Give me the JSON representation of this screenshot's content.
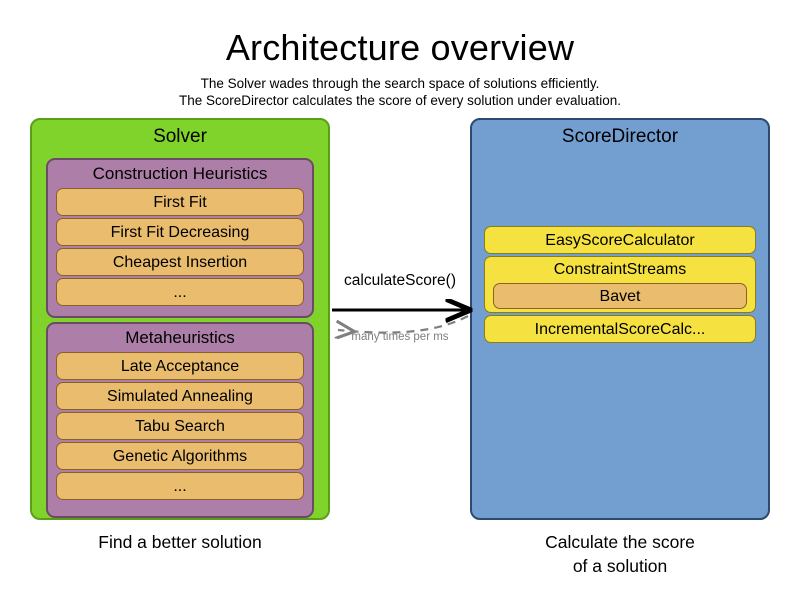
{
  "header": {
    "title": "Architecture overview",
    "subtitle_line_1": "The Solver wades through the search space of solutions efficiently.",
    "subtitle_line_2": "The ScoreDirector calculates the score of every solution under evaluation."
  },
  "colors": {
    "solver_panel": "#80D32B",
    "solver_panel_border": "#5c9e18",
    "scoredirector_panel": "#729FCF",
    "scoredirector_panel_border": "#2b4a6f",
    "group_purple": "#AD7FA8",
    "group_purple_border": "#6b4a68",
    "algorithm_orange": "#E9BC6E",
    "algorithm_orange_border": "#8a6228",
    "calculator_yellow": "#F5E13F",
    "calculator_yellow_border": "#8a7d15",
    "arrow_solid": "#000000",
    "arrow_dashed": "#808080",
    "background": "#ffffff"
  },
  "solver": {
    "title": "Solver",
    "caption": "Find a better solution",
    "groups": [
      {
        "title": "Construction Heuristics",
        "items": [
          "First Fit",
          "First Fit Decreasing",
          "Cheapest Insertion",
          "..."
        ]
      },
      {
        "title": "Metaheuristics",
        "items": [
          "Late Acceptance",
          "Simulated Annealing",
          "Tabu Search",
          "Genetic Algorithms",
          "..."
        ]
      }
    ]
  },
  "score_director": {
    "title": "ScoreDirector",
    "caption_line_1": "Calculate the score",
    "caption_line_2": "of a solution",
    "calculators": [
      {
        "label": "EasyScoreCalculator",
        "child": null
      },
      {
        "label": "ConstraintStreams",
        "child": "Bavet"
      },
      {
        "label": "IncrementalScoreCalc...",
        "child": null
      }
    ]
  },
  "arrows": {
    "request_label": "calculateScore()",
    "response_label": "many times per ms",
    "request_style": "solid",
    "response_style": "dashed"
  }
}
